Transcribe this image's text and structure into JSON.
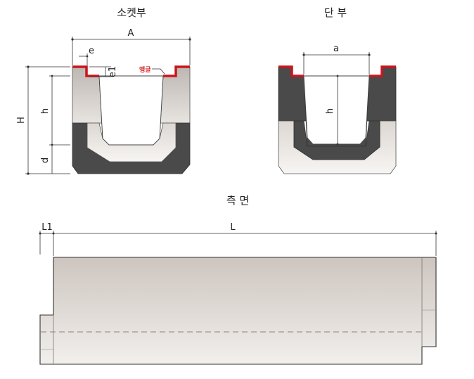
{
  "titles": {
    "socket_end": "소켓부",
    "plain_end": "단 부",
    "side_view": "측 면"
  },
  "labels": {
    "A": "A",
    "e": "e",
    "e1": "e1",
    "H": "H",
    "h_socket": "h",
    "d": "d",
    "a": "a",
    "h_plain": "h",
    "L1": "L1",
    "L": "L",
    "angle_note": "앵글"
  },
  "colors": {
    "concrete_dark": "#4a4a4a",
    "concrete_light": "#ece8e4",
    "angle_steel": "#c8161d",
    "side_fill": "#dcd6d0"
  }
}
